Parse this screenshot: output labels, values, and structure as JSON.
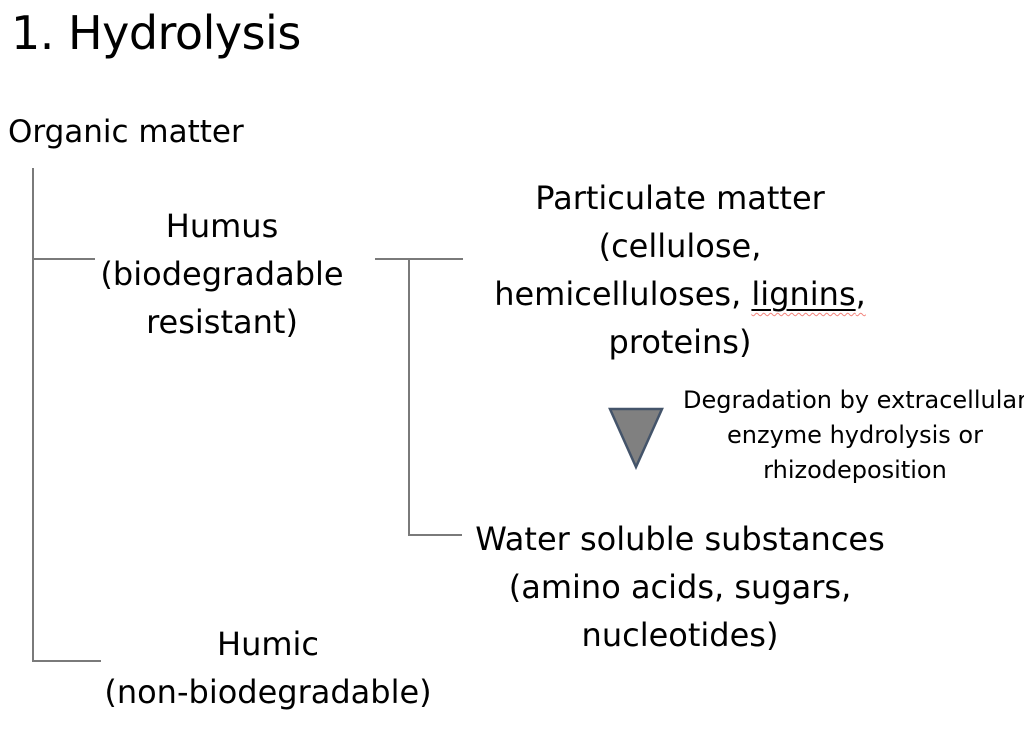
{
  "title": "1. Hydrolysis",
  "nodes": {
    "organic": {
      "label": "Organic matter"
    },
    "humus": {
      "line1": "Humus",
      "line2": "(biodegradable",
      "line3": "resistant)"
    },
    "particulate": {
      "line1": "Particulate matter",
      "line2": "(cellulose,",
      "line3_prefix": "hemicelluloses, ",
      "line3_word": "lignins",
      "line3_suffix": ",",
      "line4": "proteins)"
    },
    "water": {
      "line1": "Water soluble substances",
      "line2": "(amino acids, sugars,",
      "line3": "nucleotides)"
    },
    "humic": {
      "line1": "Humic",
      "line2": "(non-biodegradable)"
    }
  },
  "annotation": {
    "line1": "Degradation by extracellular",
    "line2": "enzyme hydrolysis or",
    "line3": "rhizodeposition"
  },
  "icons": {
    "triangle": "down-triangle-icon"
  },
  "colors": {
    "text": "#000000",
    "line": "#7a7a7a",
    "triangle_fill": "#808080",
    "triangle_border": "#44546A",
    "spellcheck": "#f2837b"
  }
}
